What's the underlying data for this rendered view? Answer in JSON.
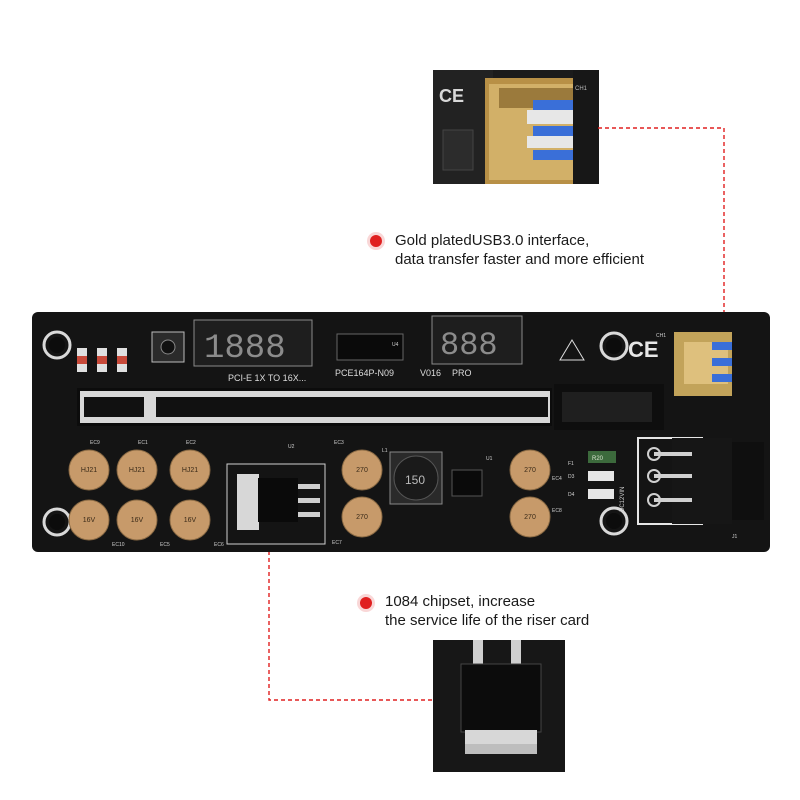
{
  "callouts": [
    {
      "lines": [
        "Gold platedUSB3.0 interface,",
        "data transfer faster and more efficient"
      ]
    },
    {
      "lines": [
        "1084 chipset, increase",
        "the service life of the riser card"
      ]
    }
  ],
  "board": {
    "silkscreen": {
      "model_line": "PCI-E 1X TO 16X...",
      "chip_label": "PCE164P-N09",
      "version": "V016",
      "version_suffix": "PRO",
      "display_left": "1888",
      "display_right": "888",
      "inductor_marking": "150",
      "dc_label": "DC12VIN",
      "cap_marking": [
        "270",
        "16V",
        "HJ21"
      ],
      "ref_ec": [
        "EC9",
        "EC1",
        "EC2",
        "EC3",
        "EC4",
        "EC8",
        "EC10",
        "EC5",
        "EC6",
        "EC7"
      ],
      "ref_u2": "U2",
      "ref_u4": "U4",
      "ref_u1": "U1",
      "ref_l1": "L1",
      "ref_ch1": "CH1",
      "ref_j1": "J1",
      "ref_d": [
        "D3",
        "D4",
        "F1"
      ],
      "fuse": "R20"
    },
    "ce_mark": "CE"
  },
  "colors": {
    "accent_red": "#e02020",
    "board": "#141414",
    "gold": "#c9a24a",
    "cap": "#c79a6a"
  }
}
